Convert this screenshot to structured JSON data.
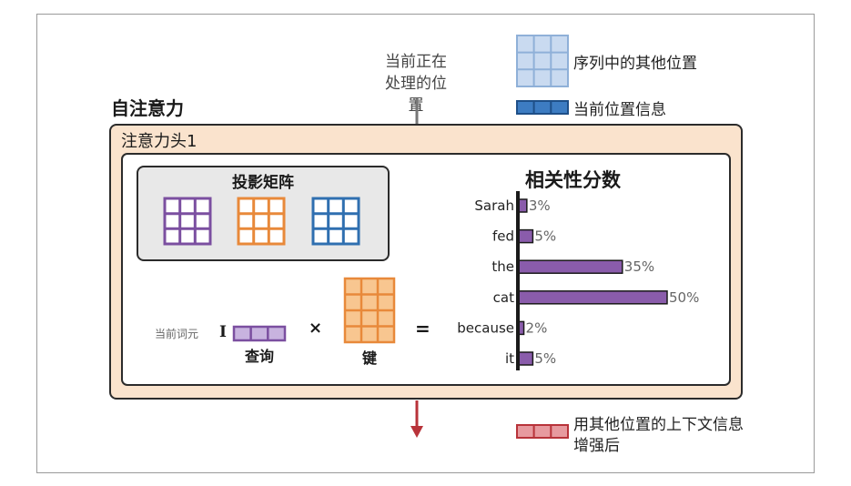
{
  "legend": {
    "other_positions": "序列中的其他位置",
    "current_position": "当前位置信息",
    "enriched": "用其他位置的上下文信息增强后"
  },
  "top_note": "当前正在处理的位置",
  "self_attention_title": "自注意力",
  "head_title": "注意力头1",
  "projection_title": "投影矩阵",
  "current_token_label": "当前词元",
  "cursor_glyph": "I",
  "query_label": "查询",
  "key_label": "键",
  "multiply_sign": "×",
  "equals_sign": "=",
  "colors": {
    "purple": "#7b4fa0",
    "orange": "#e8893a",
    "blue": "#2f6fb0",
    "light_blue": "#a9c4e4",
    "red": "#b8333a",
    "bar_fill": "#8a5cab"
  },
  "chart_data": {
    "type": "bar",
    "title": "相关性分数",
    "categories": [
      "Sarah",
      "fed",
      "the",
      "cat",
      "because",
      "it"
    ],
    "values": [
      3,
      5,
      35,
      50,
      2,
      5
    ],
    "value_labels": [
      "3%",
      "5%",
      "35%",
      "50%",
      "2%",
      "5%"
    ],
    "unit": "%",
    "orientation": "horizontal",
    "xlim": [
      0,
      50
    ]
  }
}
